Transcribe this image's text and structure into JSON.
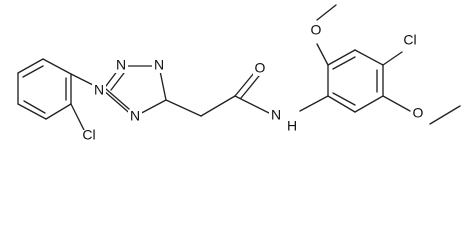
{
  "atoms": {
    "n1": "N",
    "n2": "N",
    "n3": "N",
    "n4": "N",
    "o_carbonyl": "O",
    "n_amide": "N",
    "h_amide": "H",
    "cl_phenyl": "Cl",
    "cl_aryl": "Cl",
    "o_methoxy_top": "O",
    "o_methoxy_right": "O"
  }
}
